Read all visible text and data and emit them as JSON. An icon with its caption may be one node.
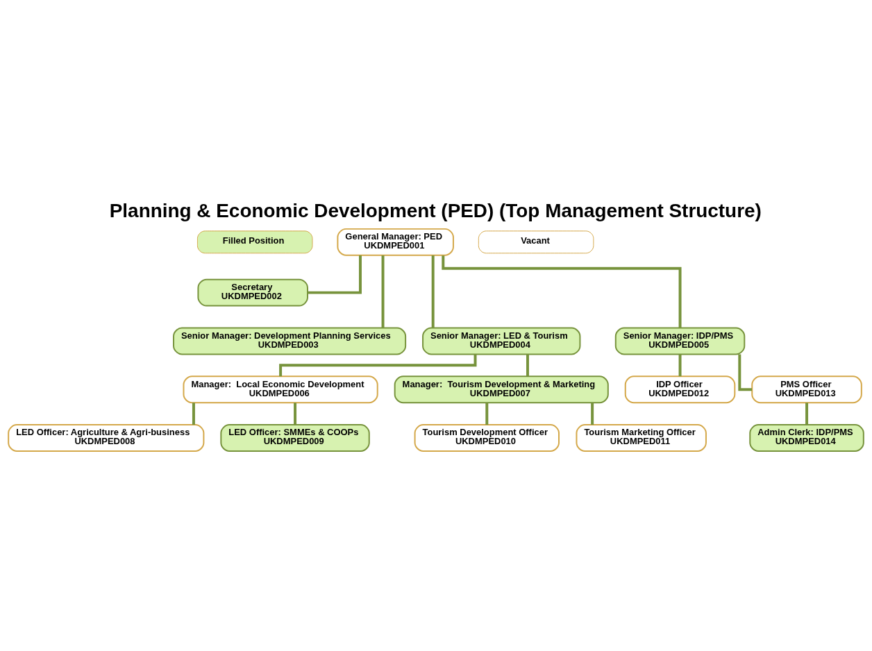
{
  "diagram": {
    "title": "Planning & Economic Development (PED) (Top Management Structure)",
    "nodes": [
      {
        "text": [
          "General Manager: PED",
          "UKDMPED001"
        ]
      },
      {
        "text": [
          "Secretary",
          "UKDMPED002"
        ]
      },
      {
        "text": [
          "Senior Manager: Development Planning Services",
          "UKDMPED003"
        ]
      },
      {
        "text": [
          "Senior Manager: LED & Tourism",
          "UKDMPED004"
        ]
      },
      {
        "text": [
          "Senior Manager: IDP/PMS",
          "UKDMPED005"
        ]
      },
      {
        "text": [
          "Manager:  Local Economic Development",
          "UKDMPED006"
        ]
      },
      {
        "text": [
          "Manager:  Tourism Development & Marketing",
          "UKDMPED007"
        ]
      },
      {
        "text": [
          "IDP Officer",
          "UKDMPED012"
        ]
      },
      {
        "text": [
          "PMS Officer",
          "UKDMPED013"
        ]
      },
      {
        "text": [
          "LED Officer: Agriculture & Agri-business",
          "UKDMPED008"
        ]
      },
      {
        "text": [
          "LED Officer: SMMEs & COOPs",
          "UKDMPED009"
        ]
      },
      {
        "text": [
          "Tourism Development Officer",
          "UKDMPED010"
        ]
      },
      {
        "text": [
          "Tourism Marketing Officer",
          "UKDMPED011"
        ]
      },
      {
        "text": [
          "Admin Clerk: IDP/PMS",
          "UKDMPED014"
        ]
      }
    ],
    "edges": [
      {
        "from": 0,
        "to": 1,
        "arrow": "none"
      },
      {
        "from": 0,
        "to": 2,
        "arrow": "none"
      },
      {
        "from": 0,
        "to": 3,
        "arrow": "none"
      },
      {
        "from": 0,
        "to": 4,
        "arrow": "none"
      },
      {
        "from": 3,
        "to": 5,
        "arrow": "none"
      },
      {
        "from": 3,
        "to": 6,
        "arrow": "none"
      },
      {
        "from": 4,
        "to": 7,
        "arrow": "none"
      },
      {
        "from": 4,
        "to": 8,
        "arrow": "none"
      },
      {
        "from": 5,
        "to": 9,
        "arrow": "none"
      },
      {
        "from": 5,
        "to": 10,
        "arrow": "none"
      },
      {
        "from": 6,
        "to": 11,
        "arrow": "none"
      },
      {
        "from": 6,
        "to": 12,
        "arrow": "none"
      },
      {
        "from": 8,
        "to": 13,
        "arrow": "none"
      }
    ],
    "legend": [
      {
        "text": "Filled Position",
        "color": "#d7f2b0"
      },
      {
        "text": "Vacant",
        "color": "#ffffff"
      }
    ]
  }
}
